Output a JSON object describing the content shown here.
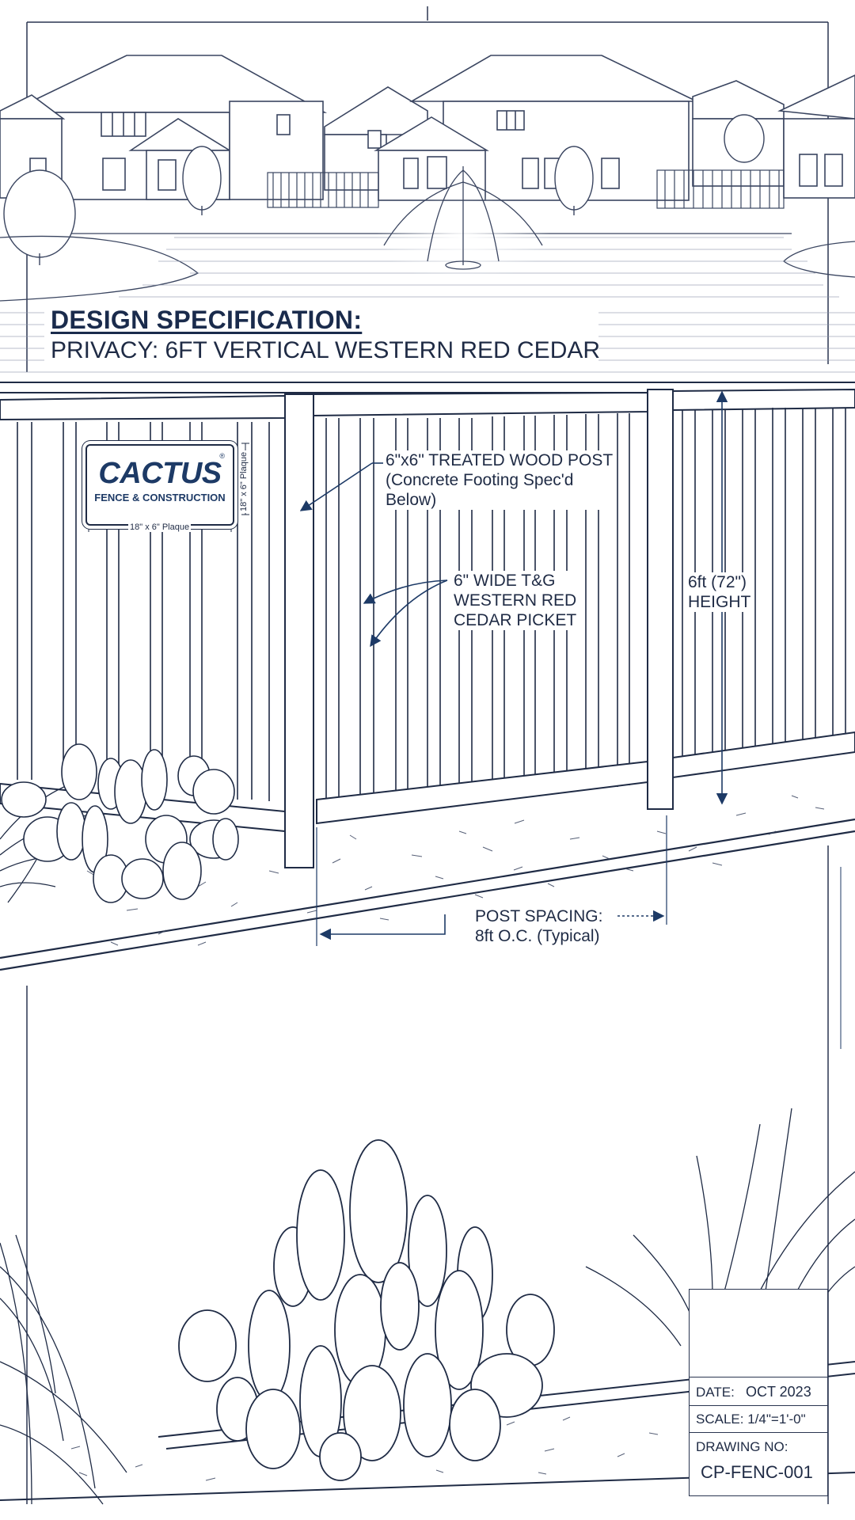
{
  "spec": {
    "heading": "DESIGN SPECIFICATION:",
    "subheading": "PRIVACY: 6FT VERTICAL WESTERN RED CEDAR"
  },
  "callouts": {
    "post": [
      "6\"x6\" TREATED WOOD POST",
      "(Concrete Footing Spec'd",
      "Below)"
    ],
    "picket": [
      "6\" WIDE T&G",
      "WESTERN RED",
      "CEDAR PICKET"
    ],
    "height": [
      "6ft (72\")",
      "HEIGHT"
    ],
    "spacing": [
      "POST SPACING:",
      "8ft O.C. (Typical)"
    ]
  },
  "plaque": {
    "brand": "CACTUS",
    "tagline": "FENCE & CONSTRUCTION",
    "registered": "®",
    "width_dim": "18\" x 6\" Plaque",
    "height_dim": "18\" x 6\" Plaque"
  },
  "title_block": {
    "date_label": "DATE:",
    "date_value": "OCT 2023",
    "scale_label": "SCALE:",
    "scale_value": "1/4\"=1'-0\"",
    "drawing_label": "DRAWING NO:",
    "drawing_value": "CP-FENC-001"
  },
  "colors": {
    "ink": "#1f2b45",
    "accent": "#1d3a66",
    "paper": "#ffffff"
  }
}
